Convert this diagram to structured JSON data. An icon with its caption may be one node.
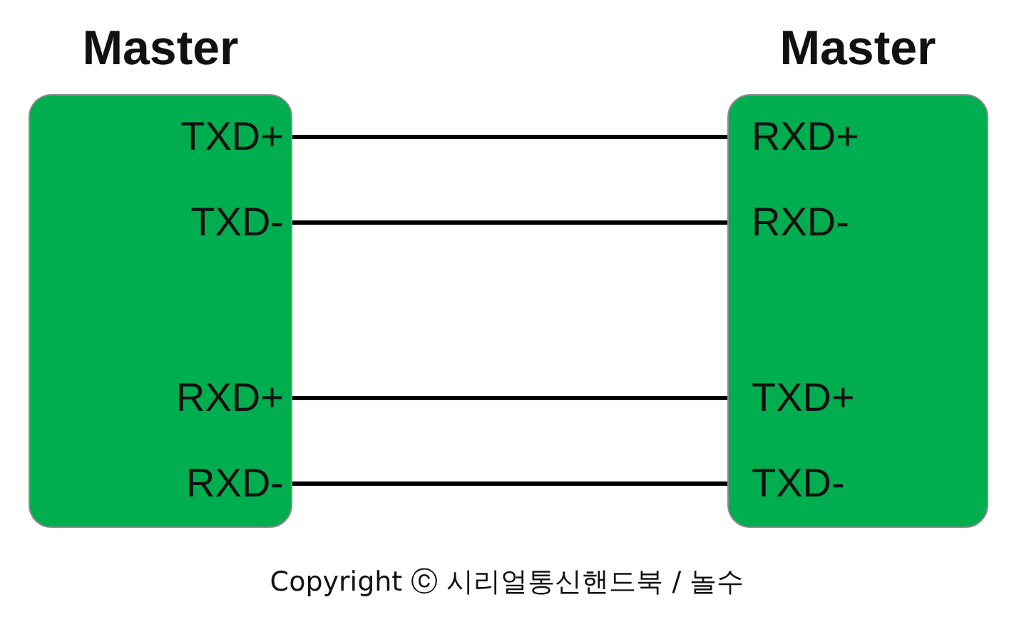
{
  "diagram": {
    "caption": "Copyright ⓒ 시리얼통신핸드북 / 놀수",
    "nodes": [
      {
        "text": [
          "Master"
        ]
      },
      {
        "text": [
          "TXD+"
        ],
        "in": 0
      },
      {
        "text": [
          "TXD-"
        ],
        "in": 0
      },
      {
        "text": [
          "RXD+"
        ],
        "in": 0
      },
      {
        "text": [
          "RXD-"
        ],
        "in": 0
      },
      {
        "text": [
          "Master"
        ]
      },
      {
        "text": [
          "RXD+"
        ],
        "in": 5
      },
      {
        "text": [
          "RXD-"
        ],
        "in": 5
      },
      {
        "text": [
          "TXD+"
        ],
        "in": 5
      },
      {
        "text": [
          "TXD-"
        ],
        "in": 5
      }
    ],
    "edges": [
      {
        "from": 1,
        "to": 6,
        "arrow": "none"
      },
      {
        "from": 2,
        "to": 7,
        "arrow": "none"
      },
      {
        "from": 3,
        "to": 8,
        "arrow": "none"
      },
      {
        "from": 4,
        "to": 9,
        "arrow": "none"
      }
    ]
  }
}
